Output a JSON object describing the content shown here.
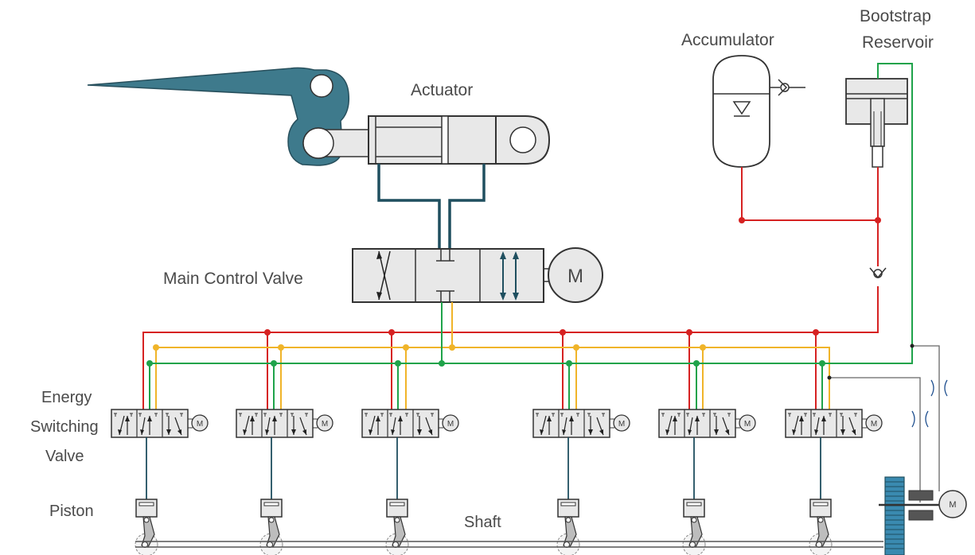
{
  "labels": {
    "actuator": "Actuator",
    "accumulator": "Accumulator",
    "bootstrap_line1": "Bootstrap",
    "bootstrap_line2": "Reservoir",
    "main_control_valve": "Main Control Valve",
    "energy_switching_line1": "Energy",
    "energy_switching_line2": "Switching",
    "energy_switching_line3": "Valve",
    "piston": "Piston",
    "shaft": "Shaft"
  },
  "motor_symbol": "M",
  "energy_switching_valve_count": 6,
  "colors": {
    "pressure_line": "#d62222",
    "yellow_line": "#f0b429",
    "return_line": "#1fa34a",
    "hydraulic_dark": "#1f4f5f",
    "lever_fill": "#3e7a8c",
    "component_fill": "#e8e8e8",
    "outline": "#333333",
    "gear_fill": "#3a8ab0"
  }
}
